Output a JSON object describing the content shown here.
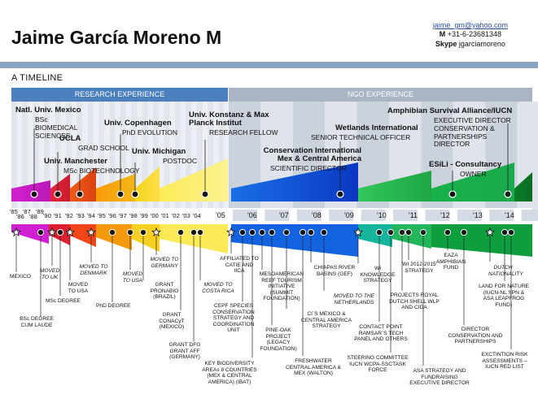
{
  "header": {
    "name": "Jaime García Moreno M",
    "email": "jaime_gm@yahoo.com",
    "phone_label": "M",
    "phone": "+31-6-23681348",
    "skype_label": "Skype",
    "skype": "jgarciamoreno"
  },
  "timeline_title": "A TIMELINE",
  "sections": {
    "research": "RESEARCH EXPERIENCE",
    "ngo": "NGO EXPERIENCE"
  },
  "institutions": [
    {
      "name": "Natl. Univ. Mexico",
      "role": "BSc BIOMEDICAL SCIENCES"
    },
    {
      "name": "UCLA",
      "role": "GRAD SCHOOL"
    },
    {
      "name": "Univ. Manchester",
      "role": "MSc BIOTECHNOLOGY"
    },
    {
      "name": "Univ. Copenhagen",
      "role": "PhD EVOLUTION"
    },
    {
      "name": "Univ. Michigan",
      "role": "POSTDOC"
    },
    {
      "name": "Univ. Konstanz & Max Planck Institut",
      "role": "RESEARCH FELLOW"
    },
    {
      "name": "Conservation International Mex & Central America",
      "role": "SCIENTIFIC DIRECTOR"
    },
    {
      "name": "Wetlands International",
      "role": "SENIOR TECHNICAL OFFICER"
    },
    {
      "name": "Amphibian Survival Alliance/IUCN",
      "role": "EXECUTIVE DIRECTOR CONSERVATION & PARTNERSHIPS DIRECTOR"
    },
    {
      "name": "ESiLi - Consultancy",
      "role": "OWNER"
    }
  ],
  "years_small": [
    "'85",
    "'86",
    "'87",
    "'88",
    "'89",
    "'90",
    "'91",
    "'92",
    "'93",
    "'94",
    "'95",
    "'96",
    "'97",
    "'98",
    "'99",
    "'00",
    "'01",
    "'02",
    "'03",
    "'04"
  ],
  "years_big": [
    "'05",
    "'06",
    "'07",
    "'08",
    "'09",
    "'10",
    "'11",
    "'12",
    "'13",
    "'14"
  ],
  "events": [
    {
      "text": "MEXICO"
    },
    {
      "text": "MOVED TO UK"
    },
    {
      "text": "BSc DEGREE CUM LAUDE"
    },
    {
      "text": "MSc DEGREE"
    },
    {
      "text": "MOVED TO USA"
    },
    {
      "text": "MOVED TO DENMARK"
    },
    {
      "text": "PhD DEGREE"
    },
    {
      "text": "MOVED TO USA"
    },
    {
      "text": "MOVED TO GERMANY"
    },
    {
      "text": "GRANT PRONABIO (BRAZIL)"
    },
    {
      "text": "GRANT CONACyT (MEXICO)"
    },
    {
      "text": "GRANT DFG GRANT AFF (GERMANY)"
    },
    {
      "text": "MOVED TO COSTA RICA"
    },
    {
      "text": "AFFILIATED TO CATIE AND IICA"
    },
    {
      "text": "CEPF SPECIES CONSERVATION STRATEGY AND COORDINATION UNIT"
    },
    {
      "text": "KEY BIODIVERSITY AREAs 8 COUNTRIES (MEX & CENTRAL AMERICA) (IBAT)"
    },
    {
      "text": "MESOAMERICAN REEF TOURISM INITIATIVE (SUMMIT FOUNDATION)"
    },
    {
      "text": "PINE-OAK PROJECT (LEGACY FOUNDATION)"
    },
    {
      "text": "CI´S MEXICO & CENTRAL AMERICA STRATEGY"
    },
    {
      "text": "FRESHWATER CENTRAL AMERICA & MEX (WALTON)"
    },
    {
      "text": "CHIAPAS RIVER BASINS (GEF)"
    },
    {
      "text": "MOVED TO THE NETHERLANDS"
    },
    {
      "text": "WI KNOWLEDGE STRATEGY"
    },
    {
      "text": "CONTACT POINT RAMSAR´S TECH PANEL AND OTHERS"
    },
    {
      "text": "STEERING COMMITTEE IUCN WCPA-SSCTASK FORCE"
    },
    {
      "text": "PROJECTS ROYAL DUTCH SHELL WLP AND CIDA"
    },
    {
      "text": "WI 2012-2015 STRATEGY"
    },
    {
      "text": "ASA STRATEGY AND FUNDRAISING EXECUTIVE DIRECTOR"
    },
    {
      "text": "EAZA AMPHIBIAN FUND"
    },
    {
      "text": "DUTCH NATIONALITY"
    },
    {
      "text": "DIRECTOR CONSERVATION AND PARTNERSHIPS"
    },
    {
      "text": "LAND FOR NATURE (IUCN-NL SPN & ASA LEAPFROG FUND)"
    },
    {
      "text": "EXCTINTION RISK ASSESSMENTS – IUCN RED LIST"
    }
  ]
}
